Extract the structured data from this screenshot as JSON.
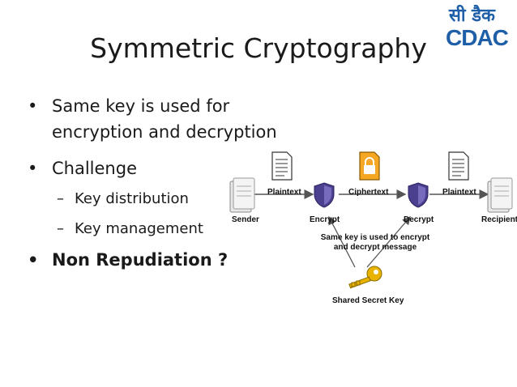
{
  "slide": {
    "title": "Symmetric Cryptography",
    "bullets": {
      "item1_line1": "Same key is used for",
      "item1_line2": "encryption and decryption",
      "item2": "Challenge",
      "sub1": "Key distribution",
      "sub2": "Key management",
      "item3": "Non Repudiation ?"
    }
  },
  "diagram": {
    "plaintext_left": "Plaintext",
    "ciphertext": "Ciphertext",
    "plaintext_right": "Plaintext",
    "sender": "Sender",
    "encrypt": "Encrypt",
    "decrypt": "Decrypt",
    "recipient": "Recipient",
    "note_line1": "Same key is used to encrypt",
    "note_line2": "and decrypt message",
    "shared_key": "Shared Secret Key"
  },
  "logo": {
    "hindi": "सी डैक",
    "latin": "CDAC",
    "color": "#1f5fa8"
  },
  "colors": {
    "arrow": "#555555",
    "shield": "#4b3f8f",
    "key": "#e8b400",
    "lock_doc": "#f5a623"
  }
}
